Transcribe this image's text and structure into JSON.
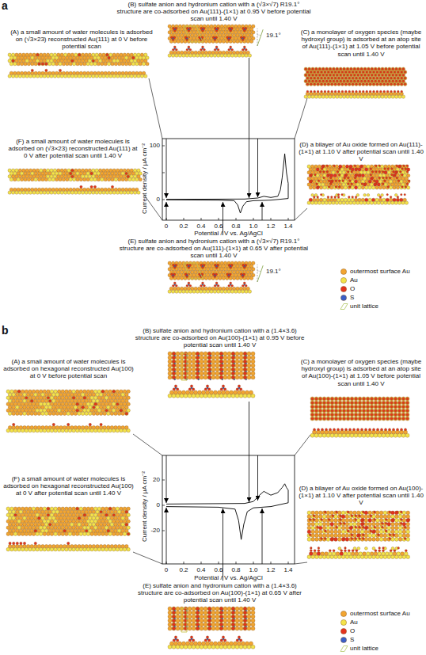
{
  "diagram": {
    "labels": [
      "a",
      "(B) sulfate anion and hydronium cation with a (√3×√7) R19.1° structure are co-adsorbed on Au(111)-(1×1) at 0.95 V before potential scan until 1.40 V",
      "19.1°",
      "(A) a small amount of water molecules is adsorbed on (√3×23) reconstructed Au(111) at 0 V before potential scan",
      "(C) a monolayer of oxygen species (maybe hydroxyl group) is adsorbed at an atop site of Au(111)-(1×1) at 1.05 V before potential scan until 1.40 V",
      "100",
      "0",
      "Current density / µA cm⁻²",
      "0",
      "0.2",
      "0.4",
      "0.6",
      "0.8",
      "1.0",
      "1.2",
      "1.4",
      "Potential / V vs. Ag/AgCl",
      "(F) a small amount of water molecules is adsorbed on (√3×23) reconstructed Au(111) at 0 V after potential scan until 1.40 V",
      "(D) a bilayer of Au oxide formed on Au(111)-(1×1) at 1.10 V after potential scan until 1.40 V",
      "(E) sulfate anion and hydronium cation with a (√3×√7) R19.1° structure are co-adsorbed on Au(111)-(1×1) at 0.65 V after potential scan until 1.40 V",
      "19.1°",
      "b",
      "(B) sulfate anion and hydronium cation with a (1.4×3.6) structure are co-adsorbed on Au(100)-(1×1) at 0.95 V before potential scan until 1.40 V",
      "(A) a small amount of water molecules is adsorbed on hexagonal reconstructed Au(100) at 0 V before potential scan",
      "(C) a monolayer of oxygen species (maybe hydroxyl group) is adsorbed at an atop site of Au(100)-(1×1) at 1.05 V before potential scan until 1.40 V",
      "20",
      "0",
      "-20",
      "Current density / µA cm⁻²",
      "0",
      "0.2",
      "0.4",
      "0.6",
      "0.8",
      "1.0",
      "1.2",
      "1.4",
      "Potential / V vs. Ag/AgCl",
      "(F) a small amount of water molecules is adsorbed on hexagonal reconstructed Au(100) at 0 V after potential scan until 1.40 V",
      "(D) a bilayer of Au oxide formed on Au(100)-(1×1) at 1.10 V after potential scan until 1.40 V",
      "(E) sulfate anion and hydronium cation with a (1.4×3.6) structure are co-adsorbed on Au(100)-(1×1) at 0.65 V after potential scan until 1.40 V"
    ],
    "legend": [
      {
        "text": "outermost surface Au",
        "color": "#f2a531"
      },
      {
        "text": "Au",
        "color": "#f3e34a"
      },
      {
        "text": "O",
        "color": "#e3321e"
      },
      {
        "text": "S",
        "color": "#3a5fc8"
      },
      {
        "text": "unit lattice"
      },
      {
        "text": "outermost surface Au",
        "color": "#f2a531"
      },
      {
        "text": "Au",
        "color": "#f3e34a"
      },
      {
        "text": "O",
        "color": "#e3321e"
      },
      {
        "text": "S",
        "color": "#3a5fc8"
      },
      {
        "text": "unit lattice"
      }
    ]
  }
}
